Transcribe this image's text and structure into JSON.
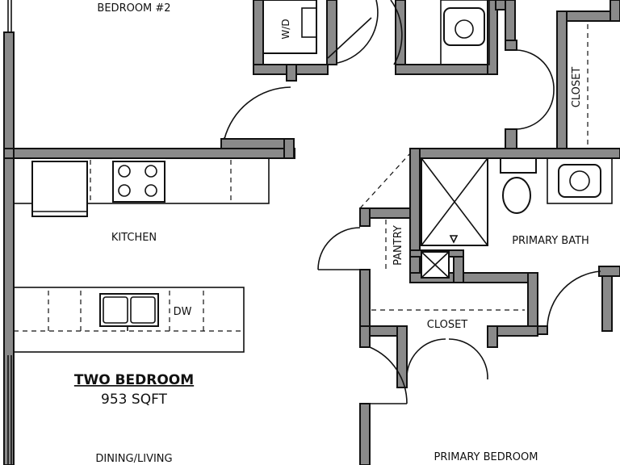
{
  "plan": {
    "title": "TWO BEDROOM",
    "area": "953 SQFT",
    "rooms": {
      "bedroom2": "BEDROOM #2",
      "kitchen": "KITCHEN",
      "dining_living": "DINING/LIVING",
      "primary_bath": "PRIMARY BATH",
      "closet_center": "CLOSET",
      "closet_right": "CLOSET",
      "pantry": "PANTRY",
      "primary_bedroom": "PRIMARY BEDROOM",
      "washer_dryer": "W/D",
      "dishwasher": "DW"
    }
  }
}
